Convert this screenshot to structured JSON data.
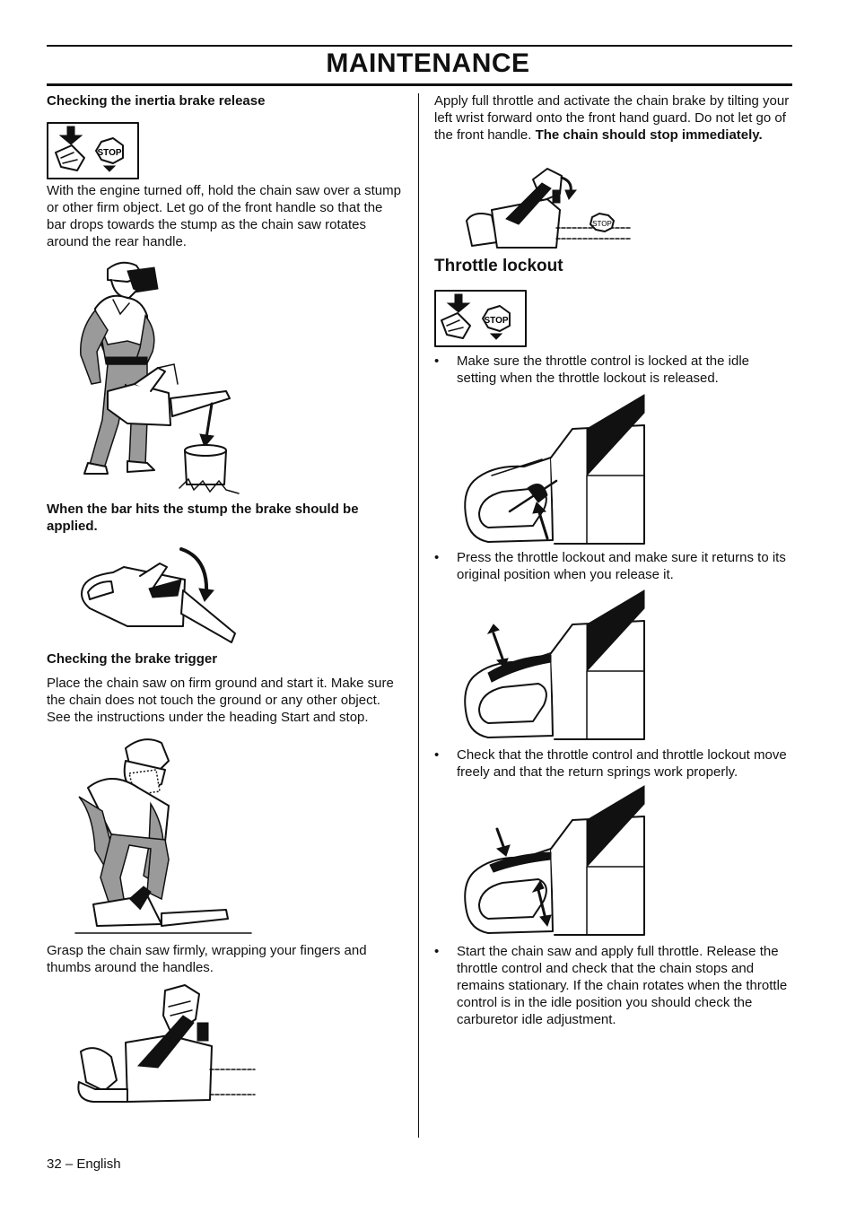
{
  "header": {
    "title": "MAINTENANCE"
  },
  "left": {
    "h_inertia": "Checking the inertia brake release",
    "p_inertia": "With the engine turned off, hold the chain saw over a stump or other firm object. Let go of the front handle so that the bar drops towards the stump as the chain saw rotates around the rear handle.",
    "caption_stump": "When the bar hits the stump the brake should be applied.",
    "h_trigger": "Checking the brake trigger",
    "p_trigger": "Place the chain saw on firm ground and start it. Make sure the chain does not touch the ground or any other object. See the instructions under the heading Start and stop.",
    "p_grasp": "Grasp the chain saw firmly, wrapping your fingers and thumbs around the handles."
  },
  "right": {
    "p_throttle_normal": "Apply full throttle and activate the chain brake by tilting your left wrist forward onto the front hand guard. Do not let go of the front handle.",
    "p_throttle_bold": "The chain should stop immediately.",
    "h_lockout": "Throttle lockout",
    "bullets": [
      "Make sure the throttle control is locked at the idle setting when the throttle lockout is released.",
      "Press the throttle lockout and make sure it returns to its original position when you release it.",
      "Check that the throttle control and throttle lockout move freely and that the return springs work properly.",
      "Start the chain saw and apply full throttle. Release the throttle control and check that the chain stops and remains stationary. If the chain rotates when the throttle control is in the idle position you should check the carburetor idle adjustment."
    ],
    "bullet_char": "•"
  },
  "icons": {
    "stop_label": "STOP",
    "stop_label_small": "STOP"
  },
  "footer": {
    "page": "32 – English"
  }
}
